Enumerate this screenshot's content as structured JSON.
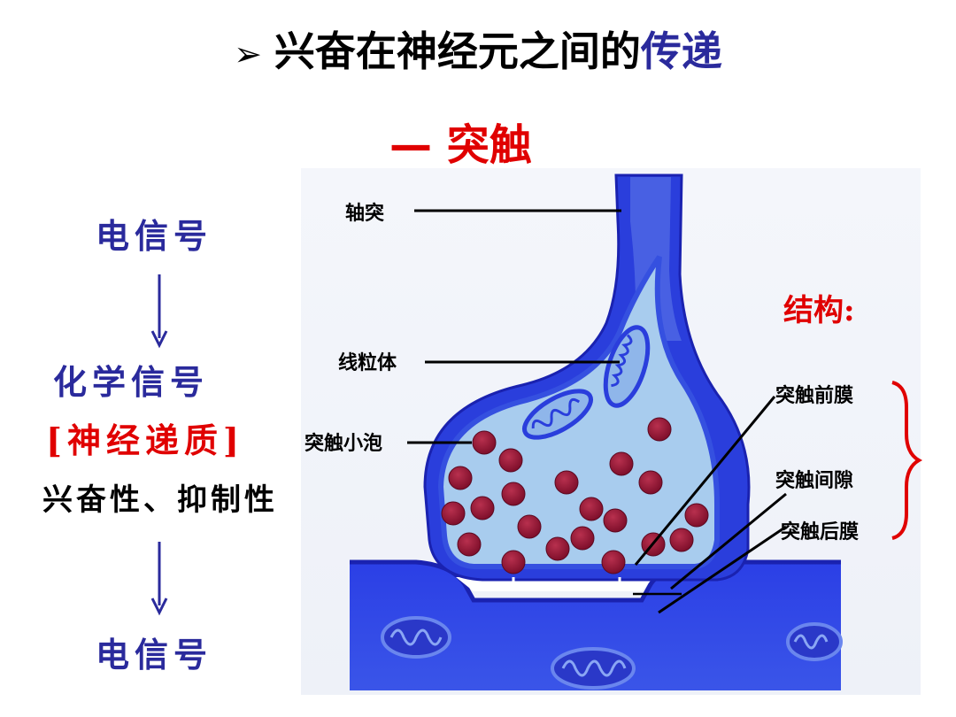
{
  "header": {
    "arrow_glyph": "➢",
    "title_main": "兴奋在神经元之间的",
    "title_highlight": "传递",
    "subtitle": "— 突触"
  },
  "flow": {
    "signal_top": "电信号",
    "signal_chemical": "化学信号",
    "neurotransmitter": "[神经递质]",
    "properties": "兴奋性、抑制性",
    "signal_bottom": "电信号"
  },
  "diagram": {
    "label_axon": "轴突",
    "label_mitochondria": "线粒体",
    "label_vesicle": "突触小泡",
    "structure_heading": "结构:",
    "label_presynaptic": "突触前膜",
    "label_cleft": "突触间隙",
    "label_postsynaptic": "突触后膜"
  },
  "colors": {
    "title_highlight": "#2a2a9c",
    "accent_red": "#e00000",
    "flow_blue": "#2a2a9c",
    "membrane_blue": "#2233dd",
    "cytoplasm_light": "#a8ccee",
    "vesicle": "#8b1030"
  }
}
